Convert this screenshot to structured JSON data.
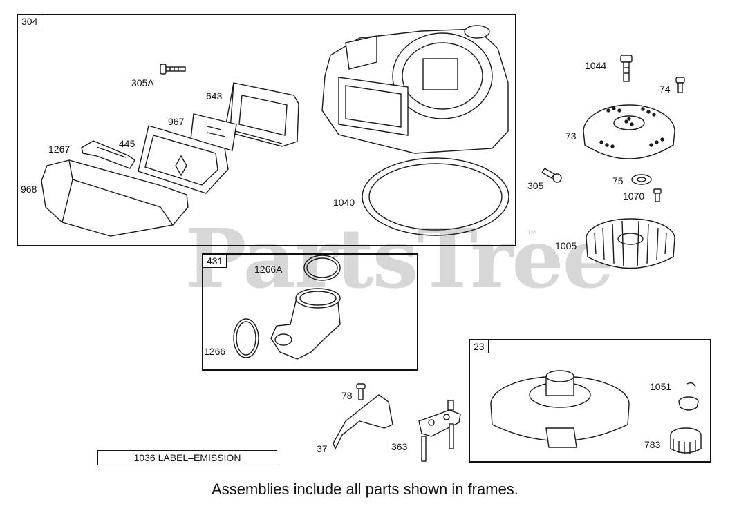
{
  "watermark": {
    "text": "PartsTree",
    "mark": "™"
  },
  "frames": {
    "f304": "304",
    "f431": "431",
    "f23": "23"
  },
  "labels": {
    "l305A": "305A",
    "l643": "643",
    "l967": "967",
    "l445": "445",
    "l1267": "1267",
    "l968": "968",
    "l1040": "1040",
    "l1044": "1044",
    "l74": "74",
    "l73": "73",
    "l305": "305",
    "l75": "75",
    "l1070": "1070",
    "l1005": "1005",
    "l1266A": "1266A",
    "l1266": "1266",
    "l78": "78",
    "l37": "37",
    "l363": "363",
    "l1051": "1051",
    "l783": "783"
  },
  "emission_label": "1036 LABEL–EMISSION",
  "footer_note": "Assemblies include all parts shown in frames.",
  "colors": {
    "line": "#1a1a1a",
    "watermark": "#d7d7d7",
    "background": "#ffffff"
  }
}
